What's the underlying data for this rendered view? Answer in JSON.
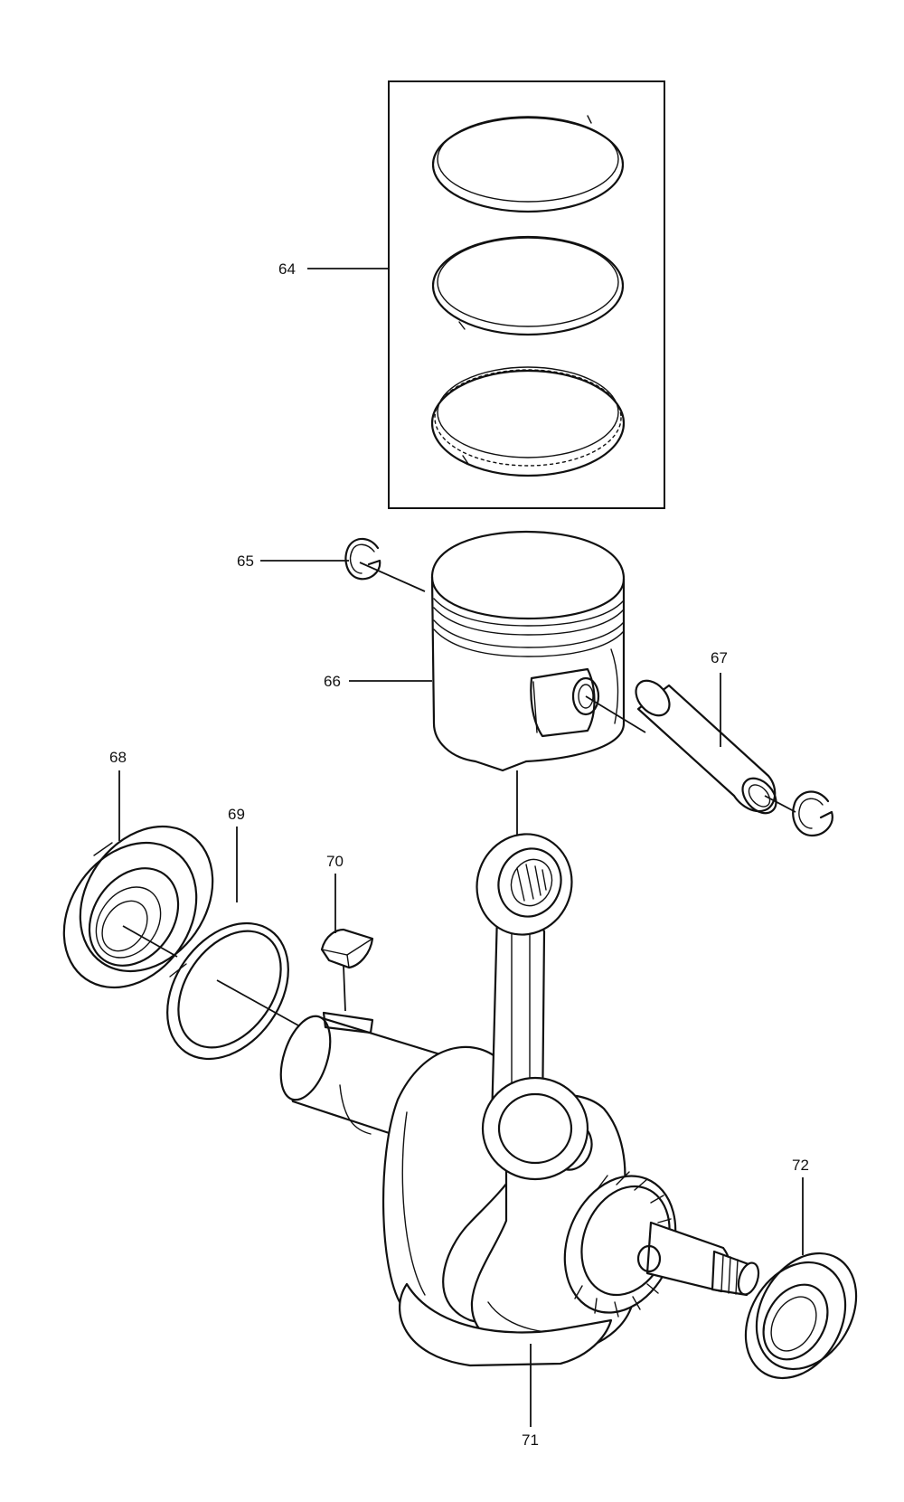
{
  "callouts": {
    "c64": "64",
    "c65": "65",
    "c66": "66",
    "c67": "67",
    "c68": "68",
    "c69": "69",
    "c70": "70",
    "c71": "71",
    "c72": "72"
  }
}
